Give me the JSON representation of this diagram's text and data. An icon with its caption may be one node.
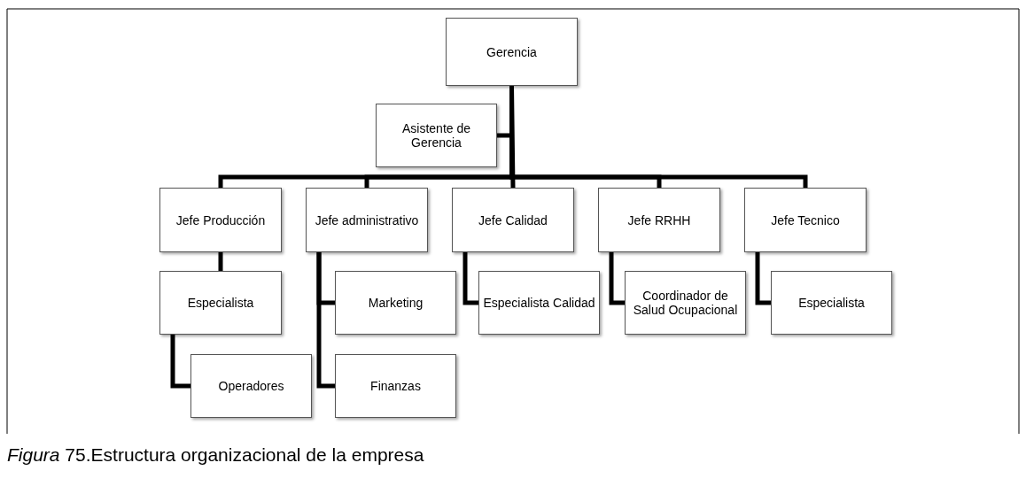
{
  "diagram": {
    "caption": "*Figura* 75.Estructura organizacional de la empresa",
    "nodes": [
      {
        "text": [
          "Gerencia"
        ]
      },
      {
        "text": [
          "Asistente de Gerencia"
        ]
      },
      {
        "text": [
          "Jefe Producción"
        ]
      },
      {
        "text": [
          "Jefe administrativo"
        ]
      },
      {
        "text": [
          "Jefe Calidad"
        ]
      },
      {
        "text": [
          "Jefe RRHH"
        ]
      },
      {
        "text": [
          "Jefe Tecnico"
        ]
      },
      {
        "text": [
          "Especialista"
        ]
      },
      {
        "text": [
          "Operadores"
        ]
      },
      {
        "text": [
          "Marketing"
        ]
      },
      {
        "text": [
          "Finanzas"
        ]
      },
      {
        "text": [
          "Especialista Calidad"
        ]
      },
      {
        "text": [
          "Coordinador de Salud Ocupacional"
        ]
      },
      {
        "text": [
          "Especialista"
        ]
      }
    ],
    "edges": [
      {
        "from": 0,
        "to": 1,
        "arrow": "none"
      },
      {
        "from": 0,
        "to": 2,
        "arrow": "none"
      },
      {
        "from": 0,
        "to": 3,
        "arrow": "none"
      },
      {
        "from": 0,
        "to": 4,
        "arrow": "none"
      },
      {
        "from": 0,
        "to": 5,
        "arrow": "none"
      },
      {
        "from": 0,
        "to": 6,
        "arrow": "none"
      },
      {
        "from": 2,
        "to": 7,
        "arrow": "none"
      },
      {
        "from": 7,
        "to": 8,
        "arrow": "none"
      },
      {
        "from": 3,
        "to": 9,
        "arrow": "none"
      },
      {
        "from": 3,
        "to": 10,
        "arrow": "none"
      },
      {
        "from": 4,
        "to": 11,
        "arrow": "none"
      },
      {
        "from": 5,
        "to": 12,
        "arrow": "none"
      },
      {
        "from": 6,
        "to": 13,
        "arrow": "none"
      }
    ]
  }
}
